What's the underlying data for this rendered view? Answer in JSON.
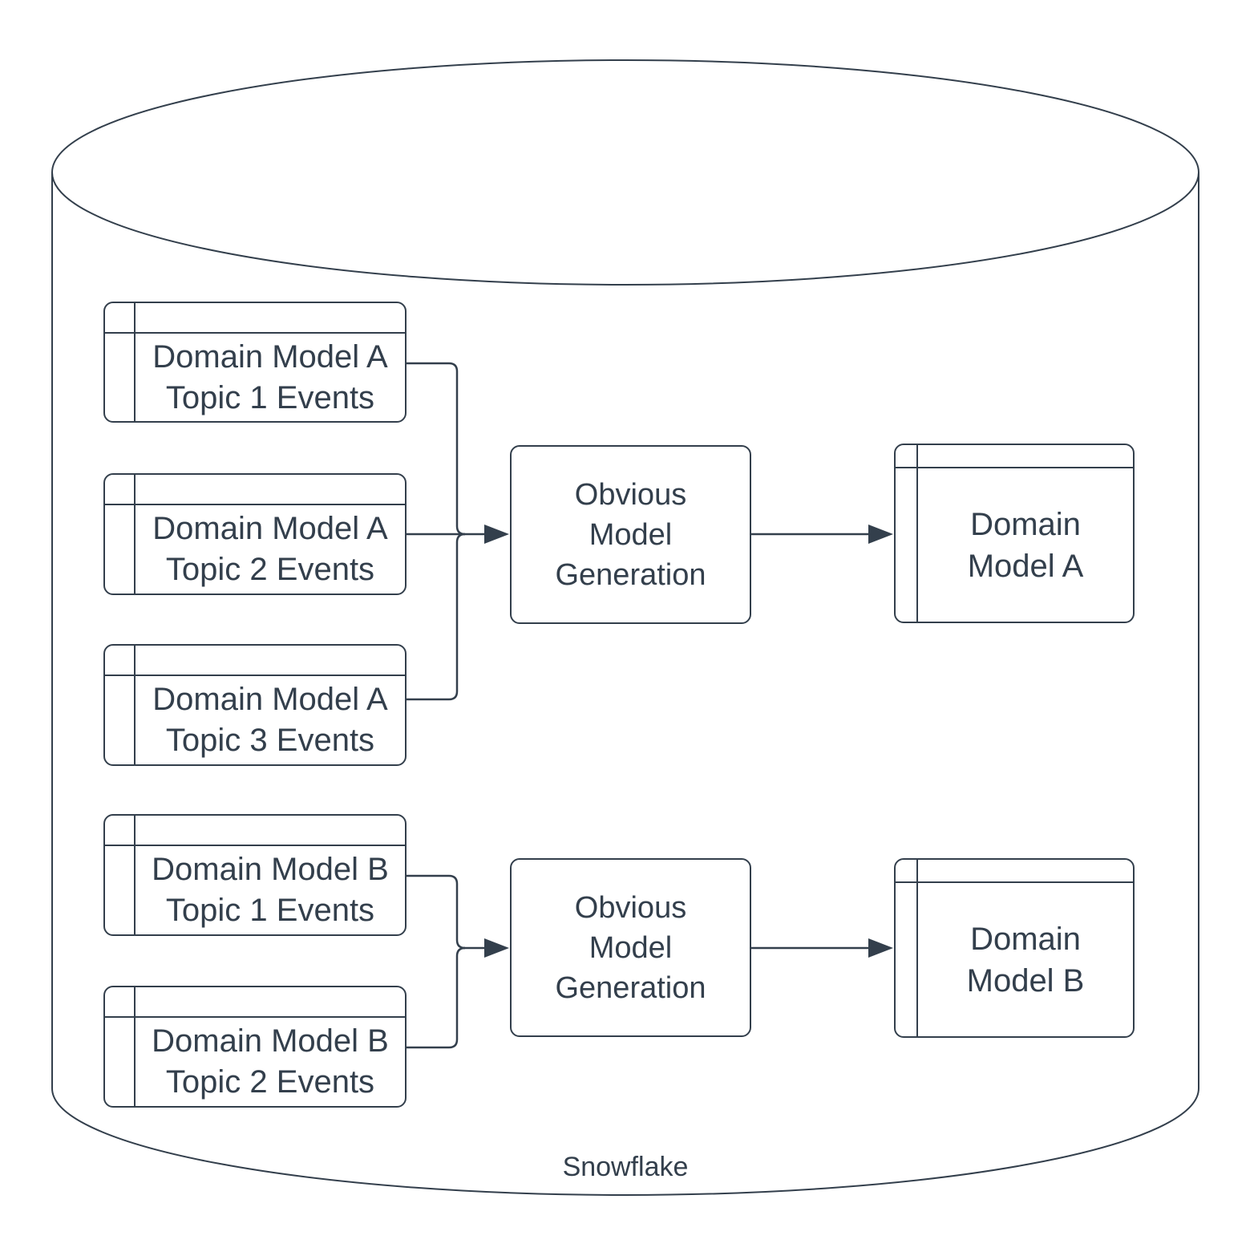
{
  "colors": {
    "ink": "#333F4C",
    "background": "#FFFFFF"
  },
  "container": {
    "type": "database-cylinder",
    "label": "Snowflake"
  },
  "pipelines": {
    "a": {
      "sources": {
        "topic1": {
          "line1": "Domain Model A",
          "line2": "Topic 1 Events"
        },
        "topic2": {
          "line1": "Domain Model A",
          "line2": "Topic 2 Events"
        },
        "topic3": {
          "line1": "Domain Model A",
          "line2": "Topic 3 Events"
        }
      },
      "process": {
        "line1": "Obvious",
        "line2": "Model",
        "line3": "Generation"
      },
      "output": {
        "line1": "Domain",
        "line2": "Model A"
      }
    },
    "b": {
      "sources": {
        "topic1": {
          "line1": "Domain Model B",
          "line2": "Topic 1 Events"
        },
        "topic2": {
          "line1": "Domain Model B",
          "line2": "Topic 2 Events"
        }
      },
      "process": {
        "line1": "Obvious",
        "line2": "Model",
        "line3": "Generation"
      },
      "output": {
        "line1": "Domain",
        "line2": "Model B"
      }
    }
  }
}
